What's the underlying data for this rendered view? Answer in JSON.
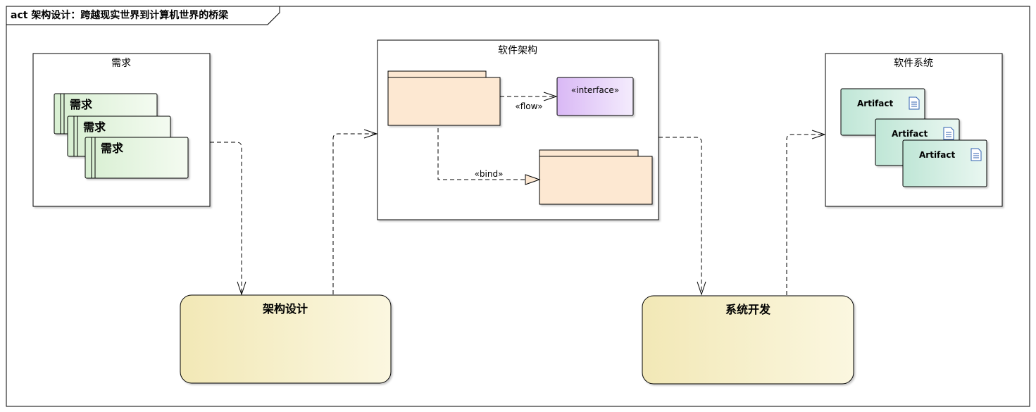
{
  "frame": {
    "title": "act 架构设计：跨越现实世界到计算机世界的桥梁"
  },
  "packages": {
    "requirements": {
      "title": "需求",
      "items": [
        "需求",
        "需求",
        "需求"
      ]
    },
    "architecture": {
      "title": "软件架构",
      "interface_label": "«interface»",
      "flow_label": "«flow»",
      "bind_label": "«bind»"
    },
    "system": {
      "title": "软件系统",
      "artifacts": [
        "Artifact",
        "Artifact",
        "Artifact"
      ]
    }
  },
  "activities": {
    "design": {
      "label": "架构设计"
    },
    "develop": {
      "label": "系统开发"
    }
  },
  "colors": {
    "requirement_start": "#d8efd2",
    "requirement_end": "#f4fbf1",
    "package_fill": "#fde8d2",
    "interface_start": "#d9b8f5",
    "interface_end": "#f4ecfd",
    "artifact_start": "#bfe6d6",
    "artifact_end": "#eaf7f1",
    "activity_start": "#f2e8b6",
    "activity_end": "#fbf7e0"
  }
}
